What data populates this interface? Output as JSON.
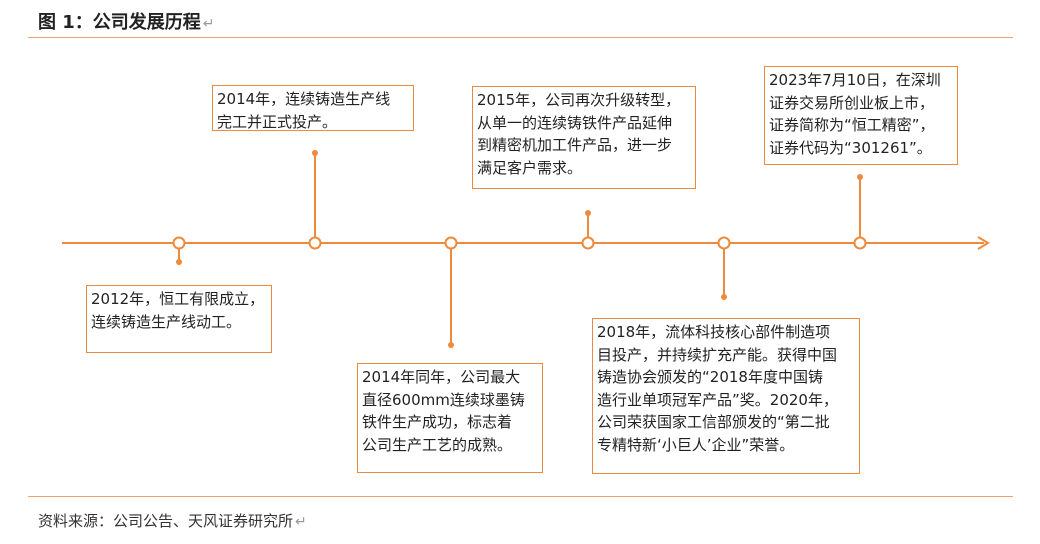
{
  "figure": {
    "title": "图 1：公司发展历程",
    "return_mark": "↵"
  },
  "timeline": {
    "events": [
      {
        "id": "2012",
        "text": "2012年，恒工有限成立，\n连续铸造生产线动工。"
      },
      {
        "id": "2014a",
        "text": "2014年，连续铸造生产线\n完工并正式投产。"
      },
      {
        "id": "2014b",
        "text": "2014年同年，公司最大\n直径600mm连续球墨铸\n铁件生产成功，标志着\n公司生产工艺的成熟。"
      },
      {
        "id": "2015",
        "text": "2015年，公司再次升级转型，\n从单一的连续铸铁件产品延伸\n到精密机加工件产品，进一步\n满足客户需求。"
      },
      {
        "id": "2018",
        "text": "2018年，流体科技核心部件制造项\n目投产，并持续扩充产能。获得中国\n铸造协会颁发的“2018年度中国铸\n造行业单项冠军产品”奖。2020年，\n公司荣获国家工信部颁发的“第二批\n专精特新‘小巨人’企业”荣誉。"
      },
      {
        "id": "2023",
        "text": "2023年7月10日，在深圳\n证券交易所创业板上市，\n证券简称为“恒工精密”，\n证券代码为“301261”。"
      }
    ],
    "colors": {
      "accent": "#ee8a3c",
      "rule": "#e8a26a"
    }
  },
  "source": {
    "text": "资料来源：公司公告、天风证券研究所",
    "return_mark": "↵"
  }
}
